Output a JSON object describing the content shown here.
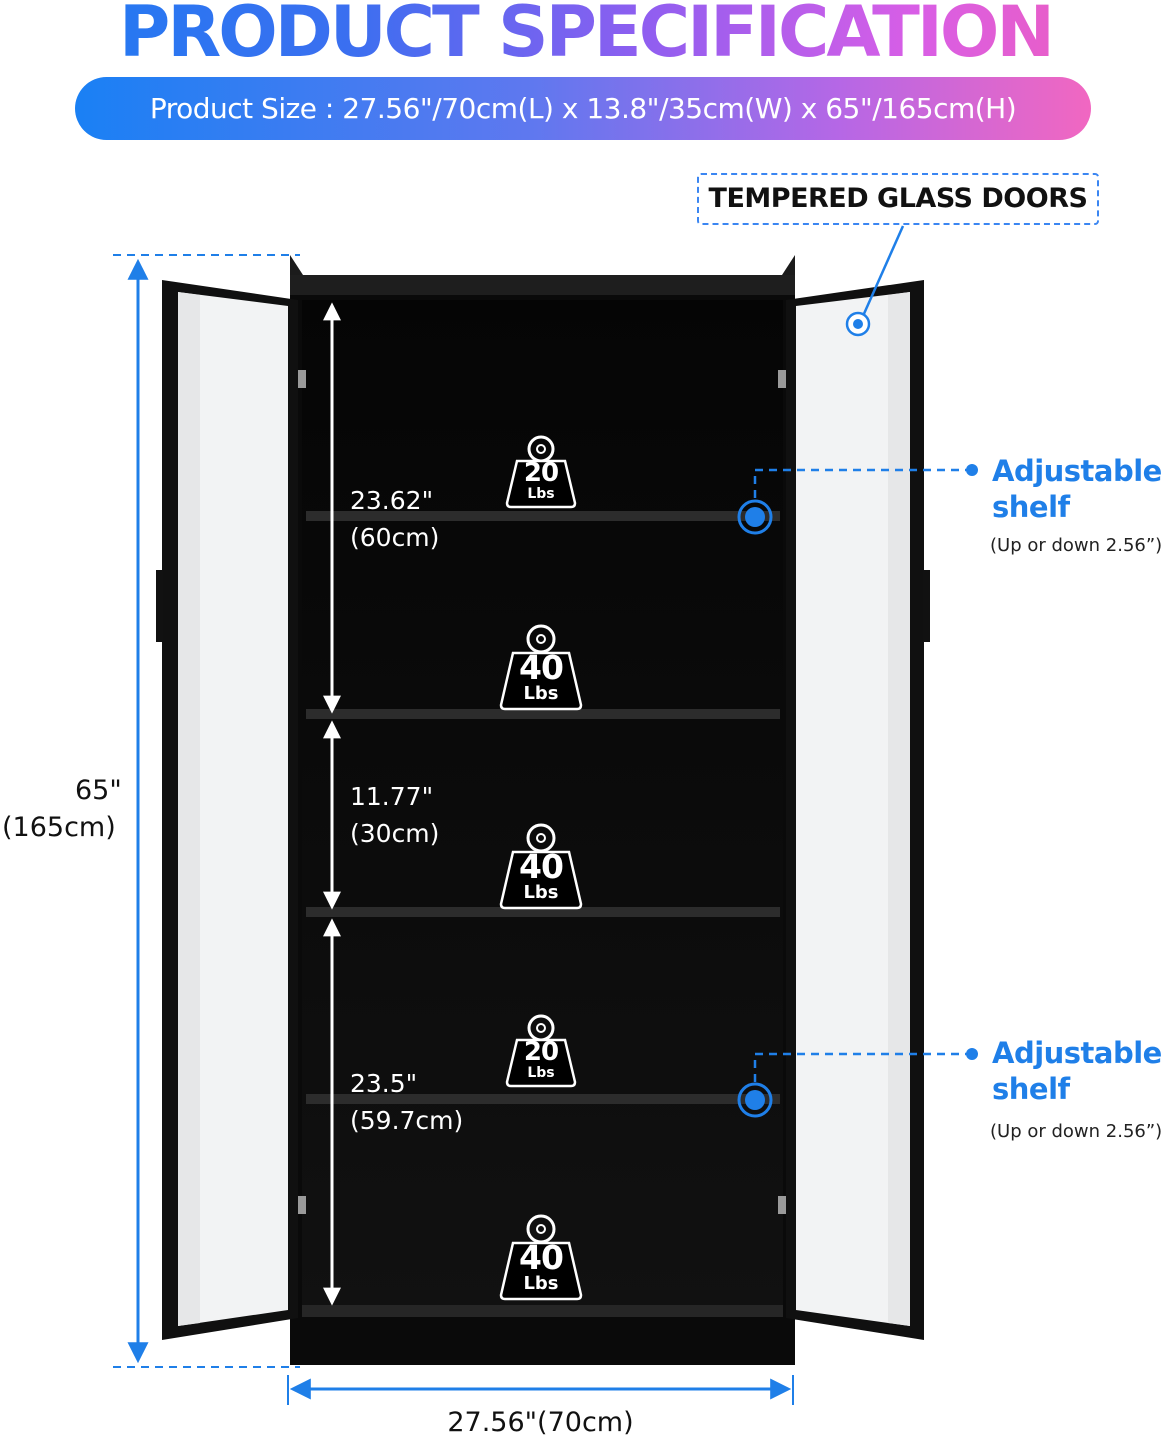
{
  "header": {
    "title": "PRODUCT SPECIFICATION",
    "size_text": "Product Size : 27.56\"/70cm(L) x 13.8\"/35cm(W) x 65\"/165cm(H)"
  },
  "callouts": {
    "doors_label": "TEMPERED GLASS DOORS",
    "adjustable": [
      {
        "title_line1": "Adjustable",
        "title_line2": "shelf",
        "note": "(Up or down 2.56”)"
      },
      {
        "title_line1": "Adjustable",
        "title_line2": "shelf",
        "note": "(Up or down 2.56”)"
      }
    ]
  },
  "dimensions": {
    "height_in": "65\"",
    "height_cm": "(165cm)",
    "width": "27.56\"(70cm)",
    "spacing": [
      {
        "in": "23.62\"",
        "cm": "(60cm)"
      },
      {
        "in": "11.77\"",
        "cm": "(30cm)"
      },
      {
        "in": "23.5\"",
        "cm": "(59.7cm)"
      }
    ]
  },
  "weights": [
    {
      "num": "20",
      "unit": "Lbs"
    },
    {
      "num": "40",
      "unit": "Lbs"
    },
    {
      "num": "40",
      "unit": "Lbs"
    },
    {
      "num": "20",
      "unit": "Lbs"
    },
    {
      "num": "40",
      "unit": "Lbs"
    }
  ],
  "colors": {
    "accent_blue": "#1f7fe8",
    "cabinet": "#0b0b0b",
    "glass": "#f1f2f3"
  }
}
